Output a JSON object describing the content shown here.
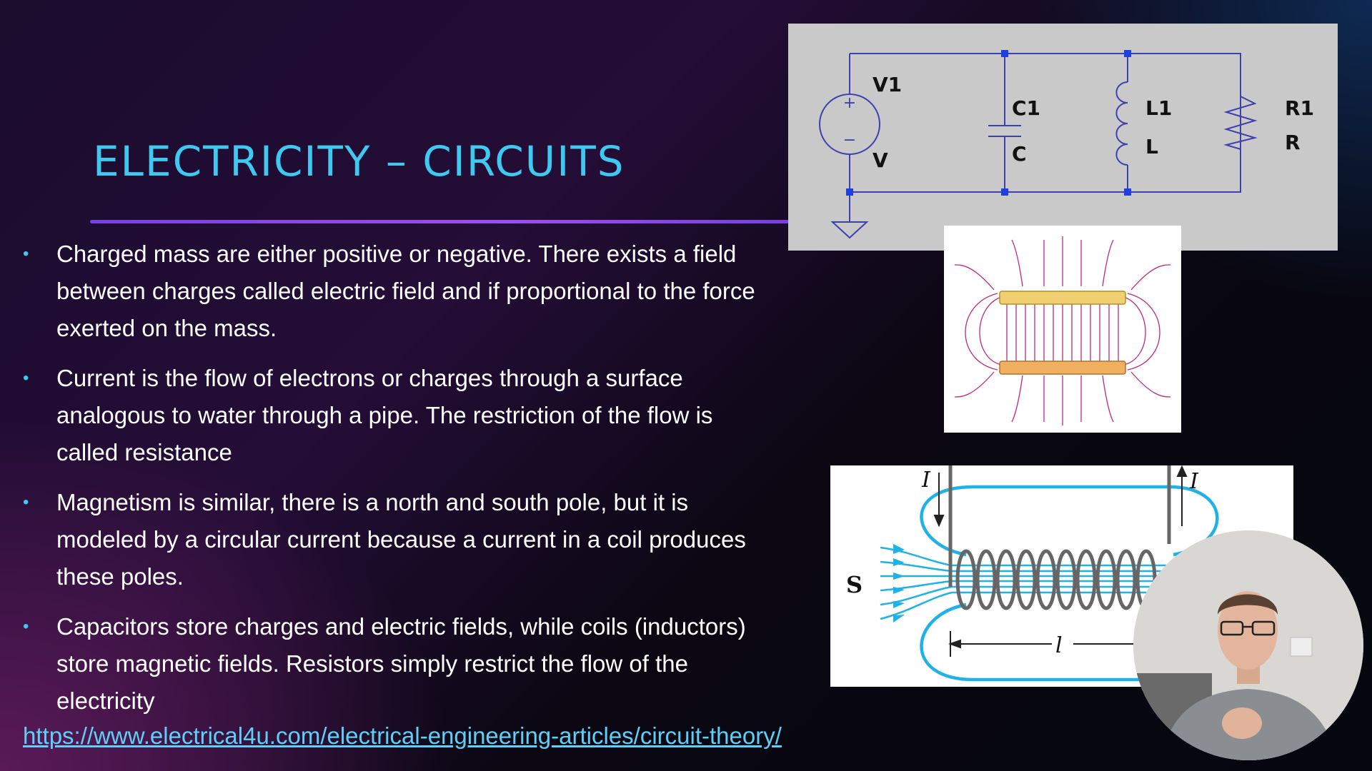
{
  "slide": {
    "title": "ELECTRICITY – CIRCUITS",
    "bullets": [
      "Charged mass are either positive or negative. There exists a field between charges called electric field and if proportional to the force exerted on the mass.",
      "Current is the flow of electrons or charges through a surface analogous to water through a pipe. The restriction of the flow is called resistance",
      "Magnetism is similar, there is a north and south pole, but it is modeled by a circular current because a current in a coil produces these poles.",
      "Capacitors store charges and electric fields, while coils (inductors) store magnetic fields. Resistors simply restrict the flow of the electricity"
    ],
    "bullet_symbol": "•",
    "link": "https://www.electrical4u.com/electrical-engineering-articles/circuit-theory/"
  },
  "circuit": {
    "source_name": "V1",
    "source_value": "V",
    "source_plus": "+",
    "source_minus": "−",
    "cap_name": "C1",
    "cap_value": "C",
    "ind_name": "L1",
    "ind_value": "L",
    "res_name": "R1",
    "res_value": "R"
  },
  "solenoid_figure": {
    "current_left": "I",
    "current_right": "I",
    "pole_label": "S",
    "length_label": "l"
  },
  "colors": {
    "title": "#3fc8f0",
    "rule": "#8a44ea",
    "link": "#5fd0f5",
    "wire": "#3f3fb0",
    "field_lines": "#c0287a",
    "magnetic_lines": "#1fb2e6"
  }
}
